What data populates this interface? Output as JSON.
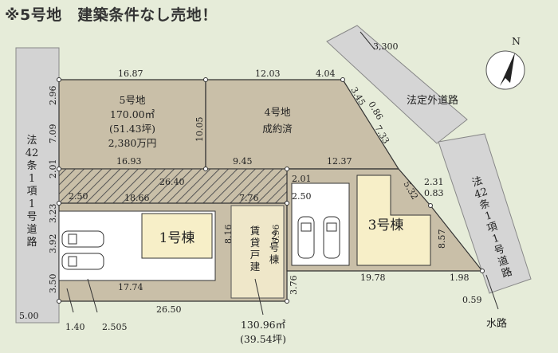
{
  "header": "※5号地　建築条件なし売地！",
  "lot5": {
    "name": "5号地",
    "area": "170.00㎡",
    "tsubo": "(51.43坪)",
    "price": "2,380万円"
  },
  "lot4": {
    "name": "4号地",
    "status": "成約済"
  },
  "bldg1": "1号棟",
  "bldg2": [
    "2",
    "号",
    "棟"
  ],
  "rental": [
    "賃",
    "貸",
    "戸",
    "建"
  ],
  "bldg3": "3号棟",
  "road_left": [
    "法",
    "42",
    "条",
    "1",
    "項",
    "1",
    "号",
    "道",
    "路"
  ],
  "road_right": [
    "法",
    "42",
    "条",
    "1",
    "項",
    "1",
    "号",
    "道",
    "路"
  ],
  "road_private": "法定外道路",
  "waterway": "水路",
  "north": "N",
  "bottom_area": "130.96㎡",
  "bottom_tsubo": "(39.54坪)",
  "dims": {
    "d3300": "3,300",
    "d1687": "16.87",
    "d1203": "12.03",
    "d404": "4.04",
    "d296": "2.96",
    "d709": "7.09",
    "d1005": "10.05",
    "d345": "3.45",
    "d086": "0.86",
    "d733": "7.33",
    "d1693": "16.93",
    "d945": "9.45",
    "d1237": "12.37",
    "d201a": "2.01",
    "d201b": "2.01",
    "d2640": "26.40",
    "d250a": "2.50",
    "d250b": "2.50",
    "d1866": "18.66",
    "d776": "7.76",
    "d532": "5.32",
    "d231": "2.31",
    "d083": "0.83",
    "d323": "3.23",
    "d392": "3.92",
    "d350": "3.50",
    "d816": "8.16",
    "d696": "6.96",
    "d857": "8.57",
    "d1774": "17.74",
    "d376": "3.76",
    "d1978": "19.78",
    "d198": "1.98",
    "d059": "0.59",
    "d2650": "26.50",
    "d500": "5.00",
    "d140": "1.40",
    "d2505": "2.505"
  }
}
